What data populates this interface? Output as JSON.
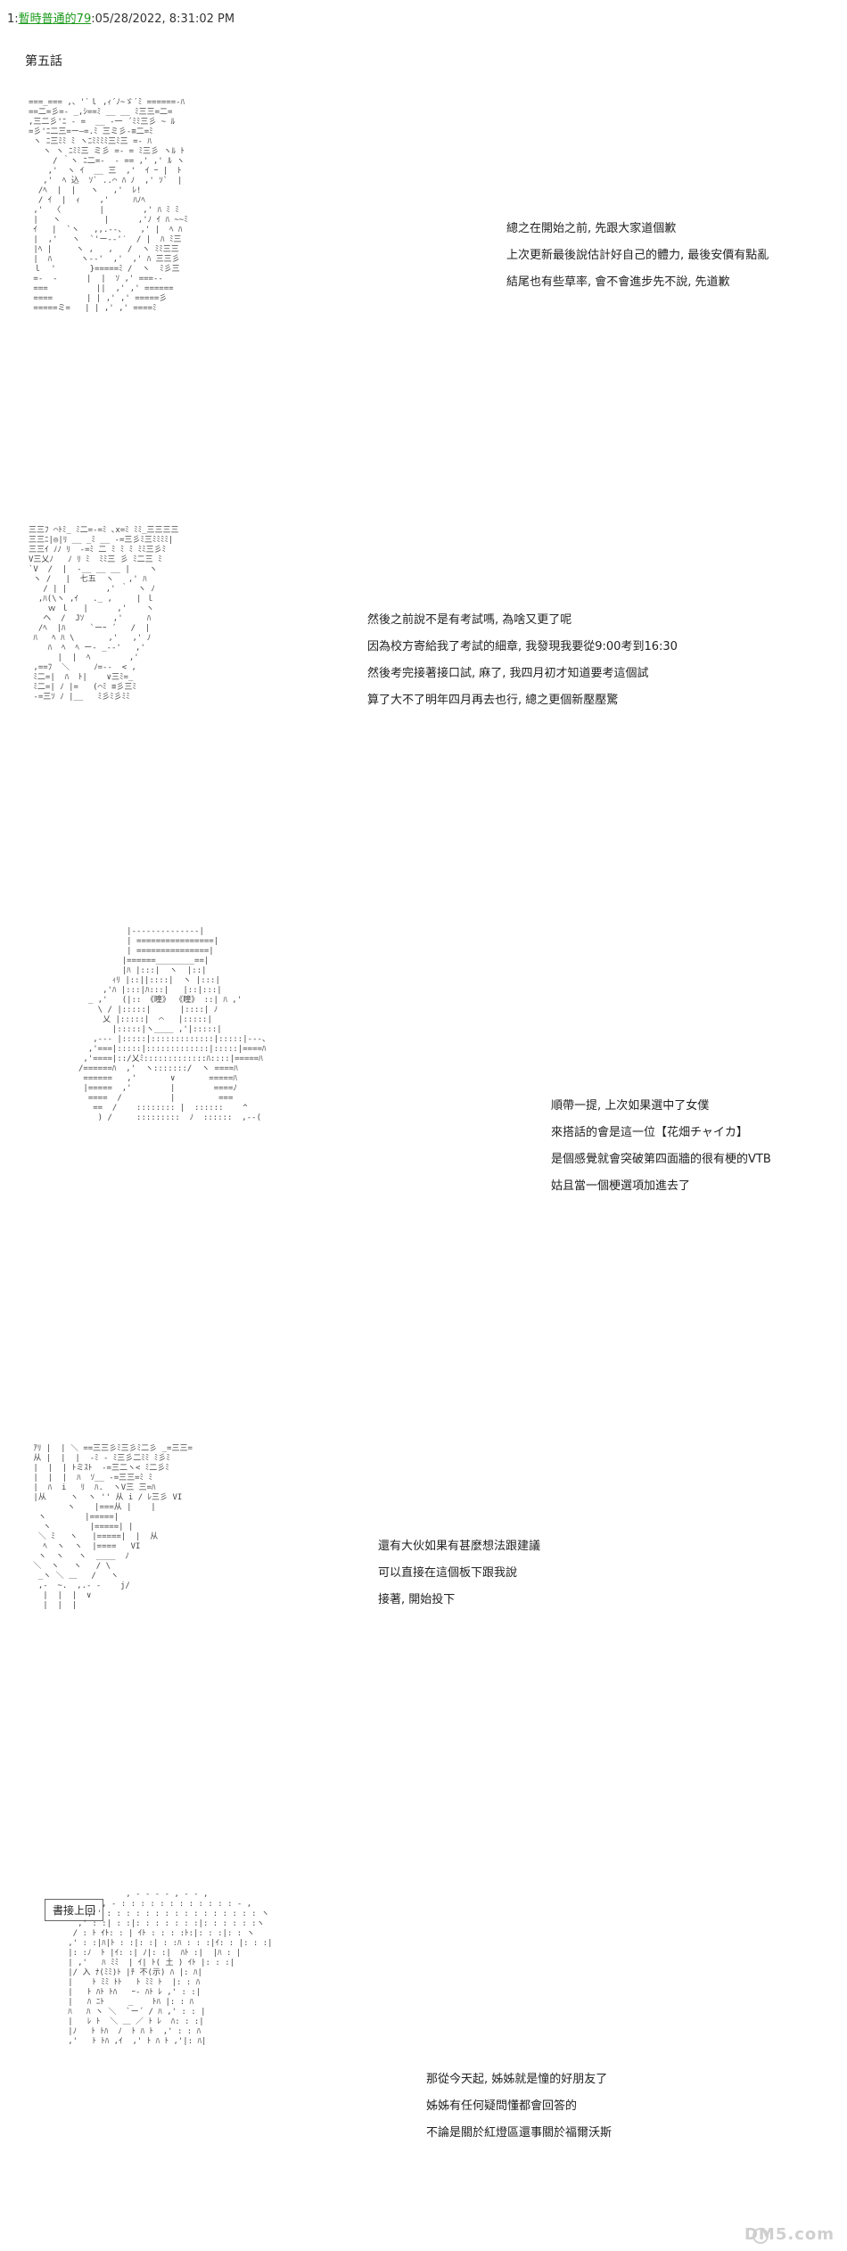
{
  "post": {
    "number": "1",
    "poster": "暫時普通的79",
    "timestamp": "05/28/2022, 8:31:02 PM"
  },
  "chapter": "第五話",
  "panels": [
    {
      "art": "===_=== ,、'`ｌ ,ｨ´ﾉ~ゞ´ﾐ ======-ﾊ\n==二=彡=- _,ｼ==ﾐ __ __ ﾐ三三=二=\n,三二彡'ﾆ ‐ =  __ -一 ´ﾐﾐ三彡 ~ ﾙ\n=彡'ﾆ二三=ー―=.ﾐ 三ミ彡‐≡二=ﾐ\n ヽ ﾆ三ﾐﾐ ﾐ ヽﾆﾐﾐﾐﾐ三ﾐ三 =- ﾊ\n   ヽ ヽ ﾆﾐﾐ三 ミ彡 =- = ﾐ三彡 ヽﾙ ﾄ\n     / ｀ヽ ﾆ二=-  ‐ == ,' ,' ﾙ ヽ\n    ,'  ヽ ｲ  __ 三  ,'  ｲ ｰ |  ﾄ\n   ,'  ﾍ 込  ｿ` ..⌒ ﾊ ﾉ  ,' ｿ`  |\n  /ﾍ  |  |   ヽ   ,'  ﾚ!\n  / ｲ  |  ｨ    ,'     ﾊﾉﾍ\n ,'  〈        |        ,' ﾊ ﾐ ﾐ\n |   ヽ         |      ,'ﾉ ｲ ﾊ ~~ﾐ\n ｲ   |  `ヽ   ,,.-‐、   ,' |  ﾍ ﾊ\n |  ,'   ヽ  `'ー-‐'′  / |  ﾊ ﾐ三\n |ﾍ |     ヽ ,   ,   /  ヽ ﾐﾐ三三\n |  ﾊ      ヽ-‐'  ,'  ,' ﾊ 三三彡\n ｌ  '       }=====ﾐ /  ヽ  ﾐ彡三\n =-  ‐      |  |  ｿ ,' ===-‐ \n ===          ||  ,' ,' ======\n ====       | | ,' ,' =====彡\n =====ミ=   | | ,' ,' ====ﾐ",
      "lines": [
        "總之在開始之前, 先跟大家道個歉",
        "上次更新最後說估計好自己的體力, 最後安價有點亂",
        "結尾也有些草率, 會不會進步先不說, 先道歉"
      ]
    },
    {
      "art": "三三ﾌ ⌒ﾄﾐ_ ﾐ二=-=ﾐ ､x=ﾐ ﾐﾐ_三三三三\n三三ﾆ|◎|ﾘ __ _ﾐ __ -=三彡ﾐ三ﾐﾐﾐﾐ|\n三三ｲ ﾉﾉ ﾘ  -=ﾐ 二 ﾐ ﾐ ﾐ ﾐﾐ三彡ﾐ\nV三乂ﾉ   ﾉ ﾘ ﾐ  ﾐﾐ三 彡 ﾐ二三 ﾐ\n`V  /  |  ‐__ __ __ |    ヽ\n ヽ /   |  七五  ヽ   ,' ﾊ\n   / | |        ,' ｀  ヽ ﾉ\n  ,ﾊ(\\ヽ ,ｲ   ._ ,     | ｌ\n    ｗ ｌ   |      ,'    ヽ\n   ヘ  /  Jｿ      ,'     ﾊ\n  /ﾍ  |ﾊ     `ーｰ ´   /  |\n ﾊ   ﾍ ﾊ \\       ,'   ,' ﾉ\n    ﾊ  ﾍ  ﾍ ー‐ _-‐'   ,'\n      |  |  ﾍ        ,'\n ,==ﾌ  ＼     ﾉ=‐-  < ,\n ﾐ二=|  ﾊ  ﾄ|    ∨三ﾐ=_\n ﾐ二=| ﾉ |=   (⌒ﾐ ≡彡三ﾐ\n -=三ｿ ﾉ |__   ﾐ彡ﾐ彡ﾐﾐ",
      "lines": [
        "然後之前說不是有考試嗎, 為啥又更了呢",
        "因為校方寄給我了考試的細章, 我發現我要從9:00考到16:30",
        "然後考完接著接口試, 麻了, 我四月初才知道要考這個試",
        "算了大不了明年四月再去也行, 總之更個新壓壓驚"
      ]
    },
    {
      "art": "          |‐‐‐‐‐‐‐‐‐‐‐‐‐‐|\n          | ================|\n          | ===============|\n         |======________==|\n         |ﾊ |:::|  ヽ  |::|\n       ｨﾘ |::||::::|  ヽ |:::|\n     ,'ﾊ |:::|ﾊ:::|   |::|:::|\n  _ ,'   (|:: 《瞳》 《瞳》 ::| ﾊ ,'\n    \\ / |:::::|      |::::| ﾉ\n     乂 |:::::|  ⌒   |:::::|\n       |:::::|ヽ____ ,'|:::::|\n   ,-‐‐ |:::::|:::::::::::::|:::::|‐‐-、\n  ,'===|:::::|:::::::::::::|:::::|====ﾊ\n ,'====|::/乂ﾐ:::::::::::::ﾊ::::|=====ﾊ\n/======ﾊ  ,'  ヽ:::::::/  ヽ ====ﾊ\n ======   ,'       ∨       =====ﾊ\n |=====  ,'        |        ====ﾉ\n  ====  /          |         ===\n   ==  /    :::::::: |  ::::::    ^\n    ) /     :::::::::  ﾉ  ::::::  ,-‐(",
      "lines": [
        "順帶一提, 上次如果選中了女僕",
        "來搭話的會是這一位【花畑チャイカ】",
        "是個感覺就會突破第四面牆的很有梗的VTB",
        "姑且當一個梗選項加進去了"
      ]
    },
    {
      "art": " ｱﾘ |  | ＼ ==三三彡ﾐ三彡ﾐ二彡 _=三三=\n 从 |  |  |  -ﾐ ‐ ﾐ三彡二ﾐﾐ ﾐ彡ﾐ\n |  |  | ﾄミｽﾄ  -=三二ヽ< ﾐ二彡ﾐ\n |  |  |  ﾊ  ｿ__ -=三三=ﾐ ﾐ\n |  ﾊ  i   ﾘ  ﾊ.  ヽV三 三=ﾊ\n |从     ヽ  ヽ '' 从 i / ﾚ三彡 VI\n        ヽ    |===从 |    |\n  ヽ        |=====|\n   ヽ        |=====| |\n  ＼ ﾐ   ヽ   |=====|  |  从\n   ﾍ  ヽ  ヽ  |====   VI\n  ヽ  ヽ   ヽ  ____  ﾉ\n ＼  ヽ   ヽ   / \\\n  _ヽ ＼ ＿   /   ヽ\n  ,-  ~.  ,.- ‐    j/\n   |  |  |  ∨\n   |  |  |",
      "lines": [
        "還有大伙如果有甚麼想法跟建議",
        "可以直接在這個板下跟我說",
        "接著, 開始投下"
      ]
    },
    {
      "art": "               , ‐ ‐ ‐ ‐ , ‐ ‐ ,\n          , ‐ : : : : : : : : : : : : ‐ ,\n       ,'' : : : : : : : : : : : : : : : : ヽ\n     ,' : :| : :|: : : : : : :|: : : : : :ヽ\n    / : ﾄ ｲﾄ: : | ｲﾄ : : : :ﾄ:|: : :|: : ヽ\n   ,' : :|ﾊ|ﾄ : :|: :| : :ﾊ : : :|ｲ: : |: : :|\n   |: :ﾉ  ﾄ |ｲ: :| ﾉ|: :|  ﾊﾄ :|  |ﾊ : |\n   | ,'   ﾊ ﾐﾐ  | ｲ| ﾄ( 土 ) ｲﾄ |: : :|\n   |/ 入 ﾅ(ﾐﾐ)ﾄ |ﾁ 不(示) ﾊ |: ﾊ|\n   |    ﾄ ﾐﾐ ﾄﾄ   ﾄ ﾐﾐ ﾄ  |: : ﾊ\n   |   ﾄ ﾊﾄ ﾄﾊ   ｰ‐ ﾊﾄ ﾚ ,' : :|\n   |   ﾊ ﾆﾄ     _    ﾄﾊ |: : ﾊ\n   ﾊ   ﾊ ヽ ＼  `ー´ / ﾊ ,' : : |\n   |   ﾚ ﾄ  ＼ ＿ ／ ﾄ ﾚ  ﾊ: : :|\n   |ﾉ   ﾄ ﾄﾊ  ﾉ  ﾄ ﾊ ﾄ  ,' : : ﾊ\n   ,'   ﾄ ﾄﾊ ,ｲ  ,' ﾄ ﾊ ﾄ ,'|: ﾊ|",
      "lines": [
        "那從今天起, 姊姊就是憧的好朋友了",
        "姊姊有任何疑問懂都會回答的",
        "不論是關於紅燈區還事關於福爾沃斯"
      ]
    }
  ],
  "box_label": "書接上回",
  "watermark": "DM5.com"
}
